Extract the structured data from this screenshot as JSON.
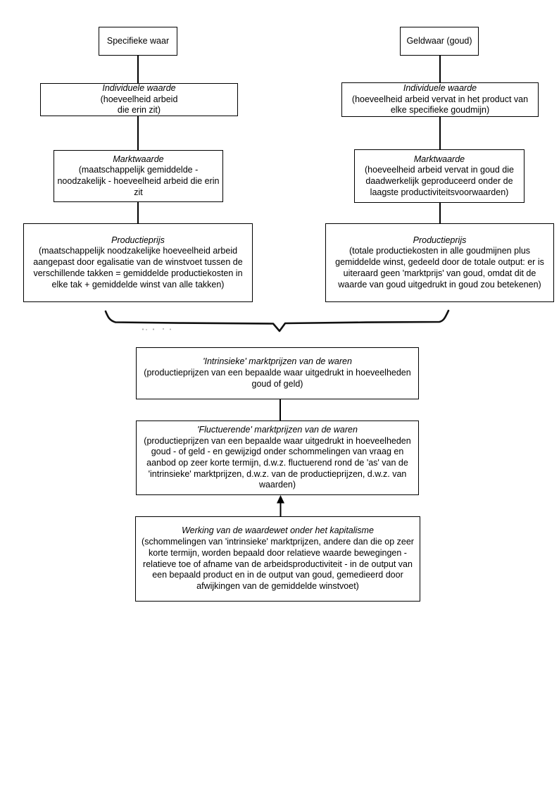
{
  "diagram": {
    "colors": {
      "line": "#000000",
      "background": "#ffffff"
    },
    "columns": {
      "specific": {
        "header": "Specifieke waar",
        "individual_value": {
          "title": "Individuele waarde",
          "body": "(hoeveelheid arbeid\ndie erin zit)"
        },
        "market_value": {
          "title": "Marktwaarde",
          "body": "(maatschappelijk gemiddelde -\nnoodzakelijk - hoeveelheid arbeid die erin\nzit"
        },
        "production_price": {
          "title": "Productieprijs",
          "body": "(maatschappelijk noodzakelijke hoeveelheid arbeid\naangepast door egalisatie van de winstvoet tussen de\nverschillende takken = gemiddelde productiekosten in\nelke tak + gemiddelde winst van alle takken)"
        }
      },
      "money": {
        "header": "Geldwaar (goud)",
        "individual_value": {
          "title": "Individuele waarde",
          "body": "(hoeveelheid arbeid vervat in het product van\nelke specifieke goudmijn)"
        },
        "market_value": {
          "title": "Marktwaarde",
          "body": "(hoeveelheid arbeid vervat in goud die\ndaadwerkelijk geproduceerd onder de\nlaagste productiviteitsvoorwaarden)"
        },
        "production_price": {
          "title": "Productieprijs",
          "body": "(totale productiekosten in alle goudmijnen plus\ngemiddelde winst, gedeeld door de totale output: er is\nuiteraard geen 'marktprijs' van goud, omdat dit de\nwaarde van goud uitgedrukt in goud zou betekenen)"
        }
      }
    },
    "merged": {
      "intrinsic": {
        "title": "'Intrinsieke' marktprijzen van de waren",
        "body": "(productieprijzen van een bepaalde waar uitgedrukt in hoeveelheden\ngoud of geld)"
      },
      "fluctuating": {
        "title": "'Fluctuerende' marktprijzen van de waren",
        "body": "(productieprijzen van een bepaalde waar uitgedrukt in hoeveelheden\ngoud - of geld - en gewijzigd onder schommelingen van vraag en\naanbod op zeer korte termijn, d.w.z. fluctuerend rond de 'as' van de\n'intrinsieke' marktprijzen, d.w.z. van de productieprijzen, d.w.z. van\nwaarden)"
      },
      "law_of_value": {
        "title": "Werking van de waardewet onder het kapitalisme",
        "body": "(schommelingen van 'intrinsieke' marktprijzen, andere dan die op zeer\nkorte termijn, worden bepaald door relatieve waarde bewegingen -\nrelatieve toe of afname van de arbeidsproductiviteit - in de output van\neen bepaald product en in de output van goud, gemedieerd door\nafwijkingen van de gemiddelde winstvoet)"
      }
    }
  }
}
